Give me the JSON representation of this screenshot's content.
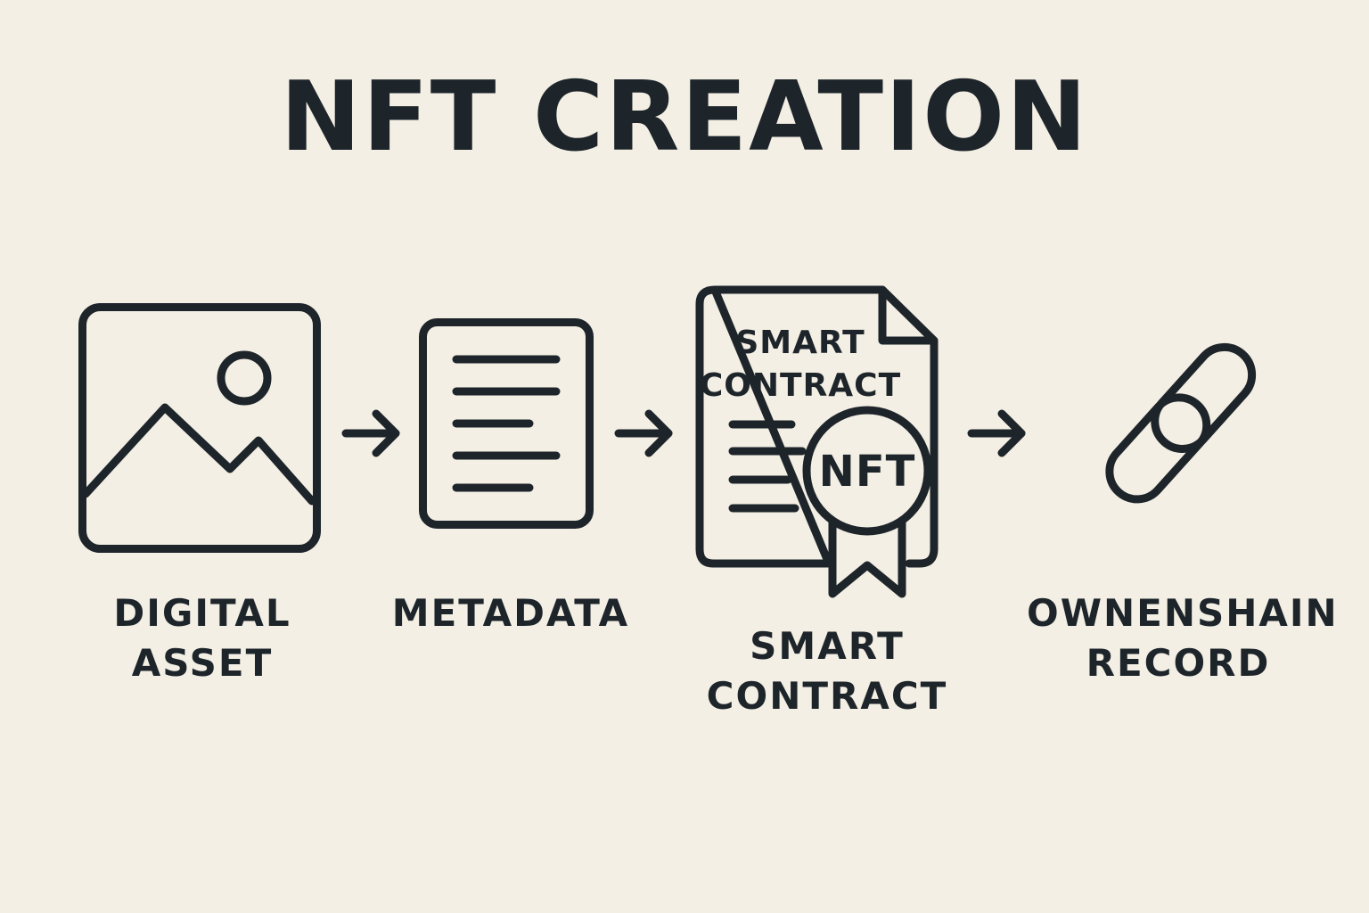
{
  "title": "NFT CREATION",
  "steps": [
    {
      "icon": "image-icon",
      "label_lines": [
        "DIGITAL",
        "ASSET"
      ]
    },
    {
      "icon": "document-icon",
      "label_lines": [
        "METADATA"
      ]
    },
    {
      "icon": "smart-contract-certificate-icon",
      "label_lines": [
        "SMART",
        "CONTRACT"
      ],
      "icon_text": {
        "heading_lines": [
          "SMART",
          "CONTRACT"
        ],
        "badge": "NFT"
      }
    },
    {
      "icon": "chain-link-icon",
      "label_lines": [
        "OWNENSHAIN",
        "RECORD"
      ]
    }
  ],
  "arrows": [
    "arrow-right-icon",
    "arrow-right-icon",
    "arrow-right-icon"
  ],
  "colors": {
    "background": "#f4efe4",
    "ink": "#1d252b"
  }
}
